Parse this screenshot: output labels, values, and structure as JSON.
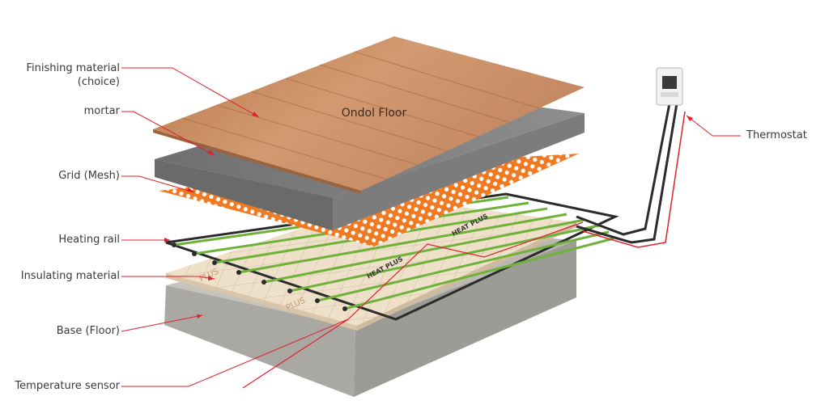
{
  "labels": {
    "finishing_line1": "Finishing material",
    "finishing_line2": "(choice)",
    "mortar": "mortar",
    "grid": "Grid (Mesh)",
    "heating_rail": "Heating rail",
    "insulating": "Insulating material",
    "base": "Base (Floor)",
    "sensor": "Temperature sensor",
    "thermostat": "Thermostat"
  },
  "board_text": "Ondol Floor",
  "rail_brand_text": "HEAT PLUS",
  "insulation_brand_text": "PLUS",
  "colors": {
    "leader_line": "#e2202a",
    "wood": "#c98c64",
    "concrete": "#8b8b8b",
    "mesh": "#f07a22",
    "rail": "#6fb23a",
    "wire": "#2b2b2b",
    "insulation": "#eedcc4",
    "base": "#bdbbb5"
  }
}
